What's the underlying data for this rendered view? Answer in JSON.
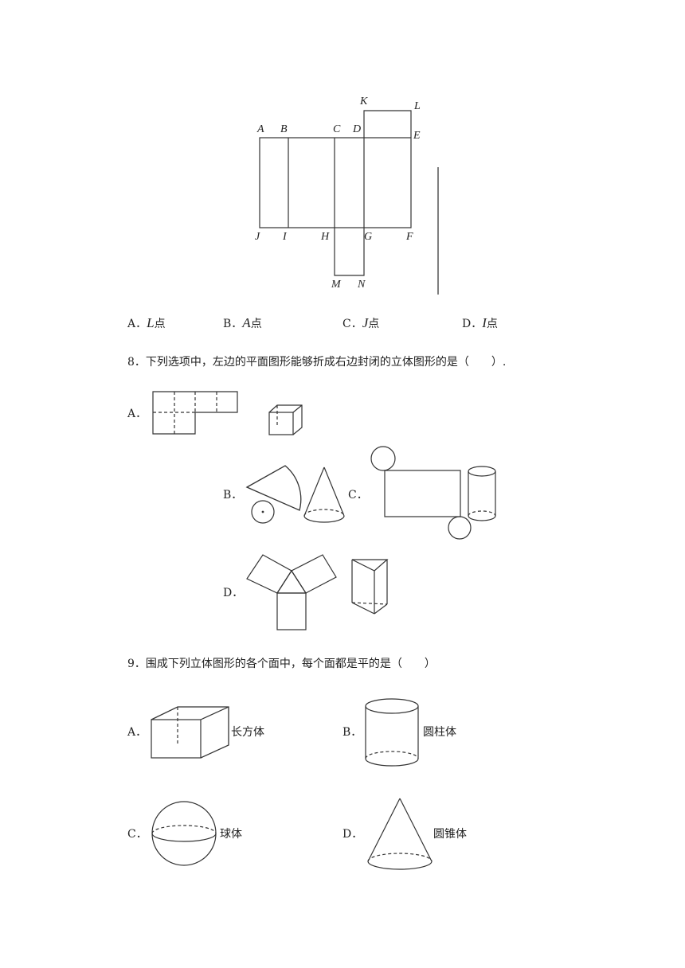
{
  "figure7": {
    "vertex_labels": [
      "A",
      "B",
      "C",
      "D",
      "E",
      "K",
      "L",
      "J",
      "I",
      "H",
      "G",
      "F",
      "M",
      "N"
    ],
    "options": [
      {
        "letter": "A．",
        "var": "L",
        "suffix": "点"
      },
      {
        "letter": "B．",
        "var": "A",
        "suffix": "点"
      },
      {
        "letter": "C．",
        "var": "J",
        "suffix": "点"
      },
      {
        "letter": "D．",
        "var": "I",
        "suffix": "点"
      }
    ]
  },
  "q8": {
    "text": "8．下列选项中，左边的平面图形能够折成右边封闭的立体图形的是（　　）.",
    "option_labels": [
      "A．",
      "B．",
      "C．",
      "D．"
    ]
  },
  "q9": {
    "text": "9．围成下列立体图形的各个面中，每个面都是平的是（　　）",
    "options": [
      {
        "letter": "A．",
        "name": "长方体"
      },
      {
        "letter": "B．",
        "name": "圆柱体"
      },
      {
        "letter": "C．",
        "name": "球体"
      },
      {
        "letter": "D．",
        "name": "圆锥体"
      }
    ]
  }
}
